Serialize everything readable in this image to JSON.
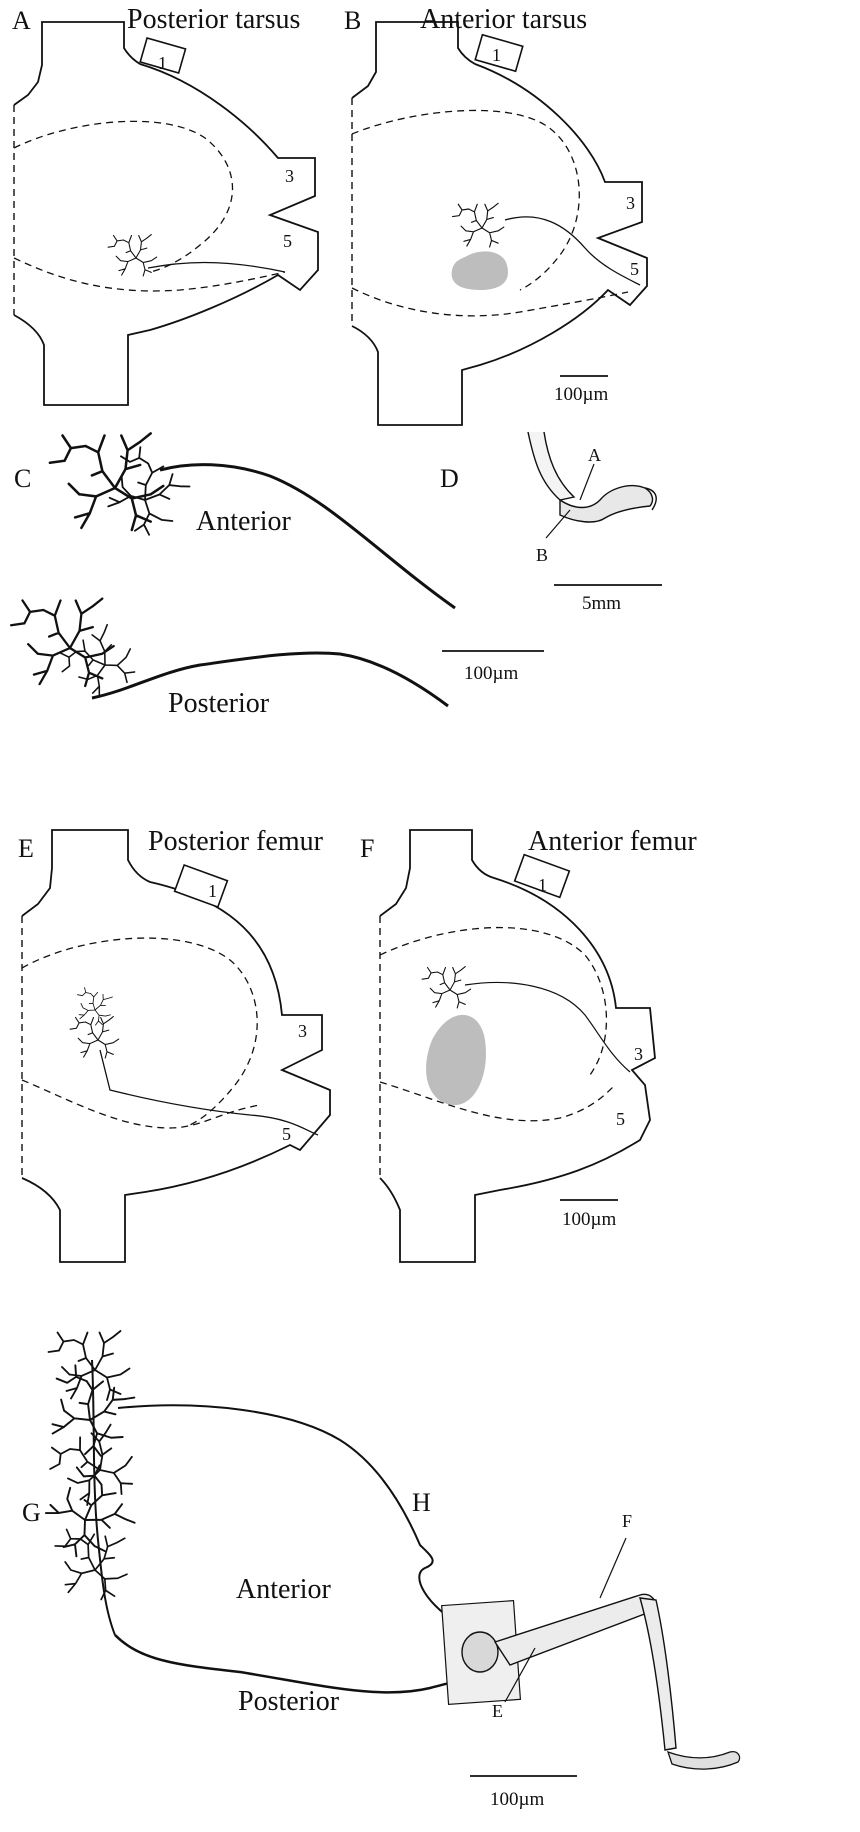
{
  "panels": {
    "A": {
      "letter": "A",
      "title": "Posterior tarsus",
      "regions": [
        "1",
        "3",
        "5"
      ]
    },
    "B": {
      "letter": "B",
      "title": "Anterior tarsus",
      "regions": [
        "1",
        "3",
        "5"
      ],
      "scale": "100µm"
    },
    "C": {
      "letter": "C",
      "upper_label": "Anterior",
      "lower_label": "Posterior",
      "scale": "100µm"
    },
    "D": {
      "letter": "D",
      "pointer_a": "A",
      "pointer_b": "B",
      "scale": "5mm"
    },
    "E": {
      "letter": "E",
      "title": "Posterior femur",
      "regions": [
        "1",
        "3",
        "5"
      ]
    },
    "F": {
      "letter": "F",
      "title": "Anterior femur",
      "regions": [
        "1",
        "3",
        "5"
      ],
      "scale": "100µm"
    },
    "G": {
      "letter": "G",
      "upper_label": "Anterior",
      "lower_label": "Posterior",
      "scale": "100µm"
    },
    "H": {
      "letter": "H",
      "pointer_f": "F",
      "pointer_e": "E"
    }
  },
  "colors": {
    "ink": "#111111",
    "soma": "#bdbdbd",
    "background": "#ffffff"
  }
}
